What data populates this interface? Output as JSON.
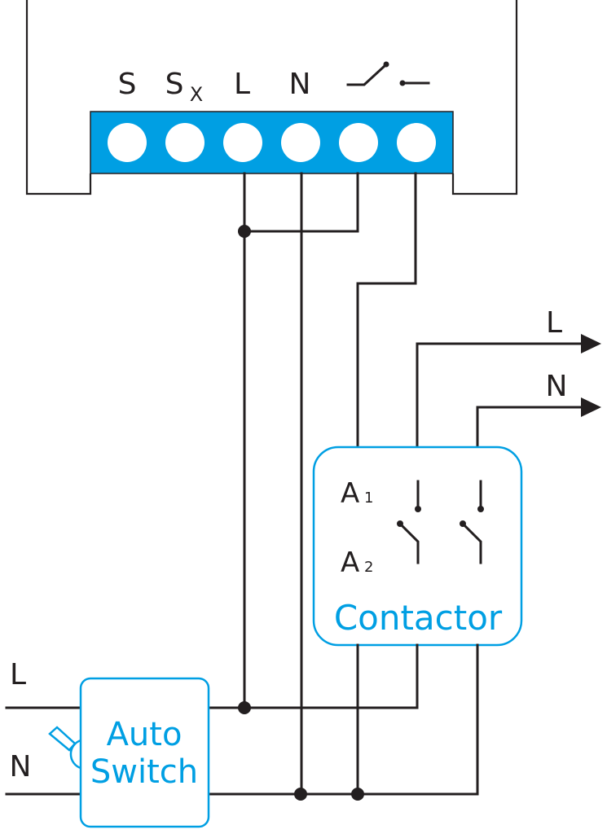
{
  "device": {
    "terminals": [
      {
        "id": "S",
        "label": "S"
      },
      {
        "id": "Sx",
        "label": "S",
        "subscript": "X"
      },
      {
        "id": "L",
        "label": "L"
      },
      {
        "id": "N",
        "label": "N"
      },
      {
        "id": "NO",
        "label": "",
        "symbol": "relay-open-contact-icon"
      },
      {
        "id": "COM",
        "label": "",
        "symbol": "relay-common-contact-icon"
      }
    ],
    "terminal_block_color": "#009fe3"
  },
  "contactor": {
    "title": "Contactor",
    "coil_a1": "A",
    "coil_a1_sub": "1",
    "coil_a2": "A",
    "coil_a2_sub": "2",
    "color": "#009fe3"
  },
  "auto_switch": {
    "line1": "Auto",
    "line2": "Switch",
    "color": "#009fe3"
  },
  "inputs": {
    "live": "L",
    "neutral": "N"
  },
  "outputs": {
    "live": "L",
    "neutral": "N"
  },
  "wire_color": "#231f20"
}
